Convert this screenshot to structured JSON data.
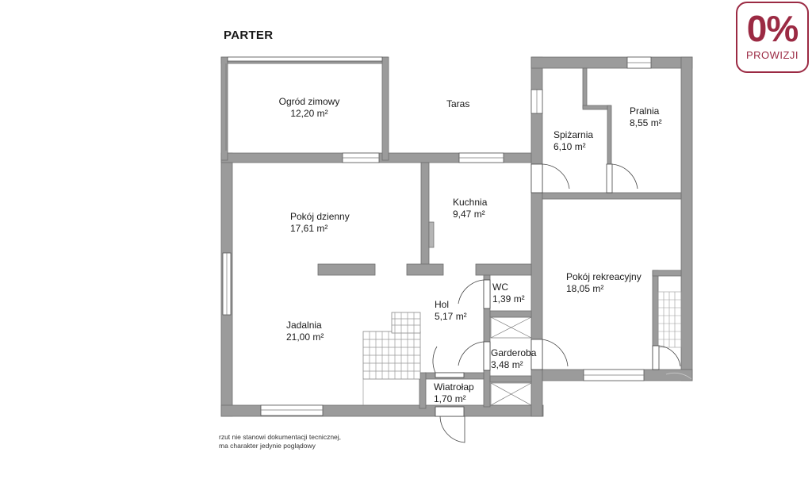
{
  "title": "PARTER",
  "badge": {
    "percent": "0%",
    "label": "PROWIZJI"
  },
  "note": {
    "line1": "rzut nie stanowi dokumentacji tecnicznej,",
    "line2": "ma charakter jedynie poglądowy"
  },
  "rooms": {
    "ogrod": {
      "name": "Ogród zimowy",
      "area": "12,20 m²"
    },
    "taras": {
      "name": "Taras"
    },
    "spizarnia": {
      "name": "Spiżarnia",
      "area": "6,10 m²"
    },
    "pralnia": {
      "name": "Pralnia",
      "area": "8,55 m²"
    },
    "kuchnia": {
      "name": "Kuchnia",
      "area": "9,47 m²"
    },
    "pokoj_dzienny": {
      "name": "Pokój dzienny",
      "area": "17,61 m²"
    },
    "wc": {
      "name": "WC",
      "area": "1,39 m²"
    },
    "pokoj_rekreacyjny": {
      "name": "Pokój rekreacyjny",
      "area": "18,05 m²"
    },
    "hol": {
      "name": "Hol",
      "area": "5,17 m²"
    },
    "jadalnia": {
      "name": "Jadalnia",
      "area": "21,00 m²"
    },
    "garderoba": {
      "name": "Garderoba",
      "area": "3,48 m²"
    },
    "wiatrolap": {
      "name": "Wiatrołap",
      "area": "1,70 m²"
    }
  },
  "colors": {
    "wall": "#9b9b9b",
    "wall_edge": "#6e6e6e",
    "badge": "#9b2a43"
  }
}
